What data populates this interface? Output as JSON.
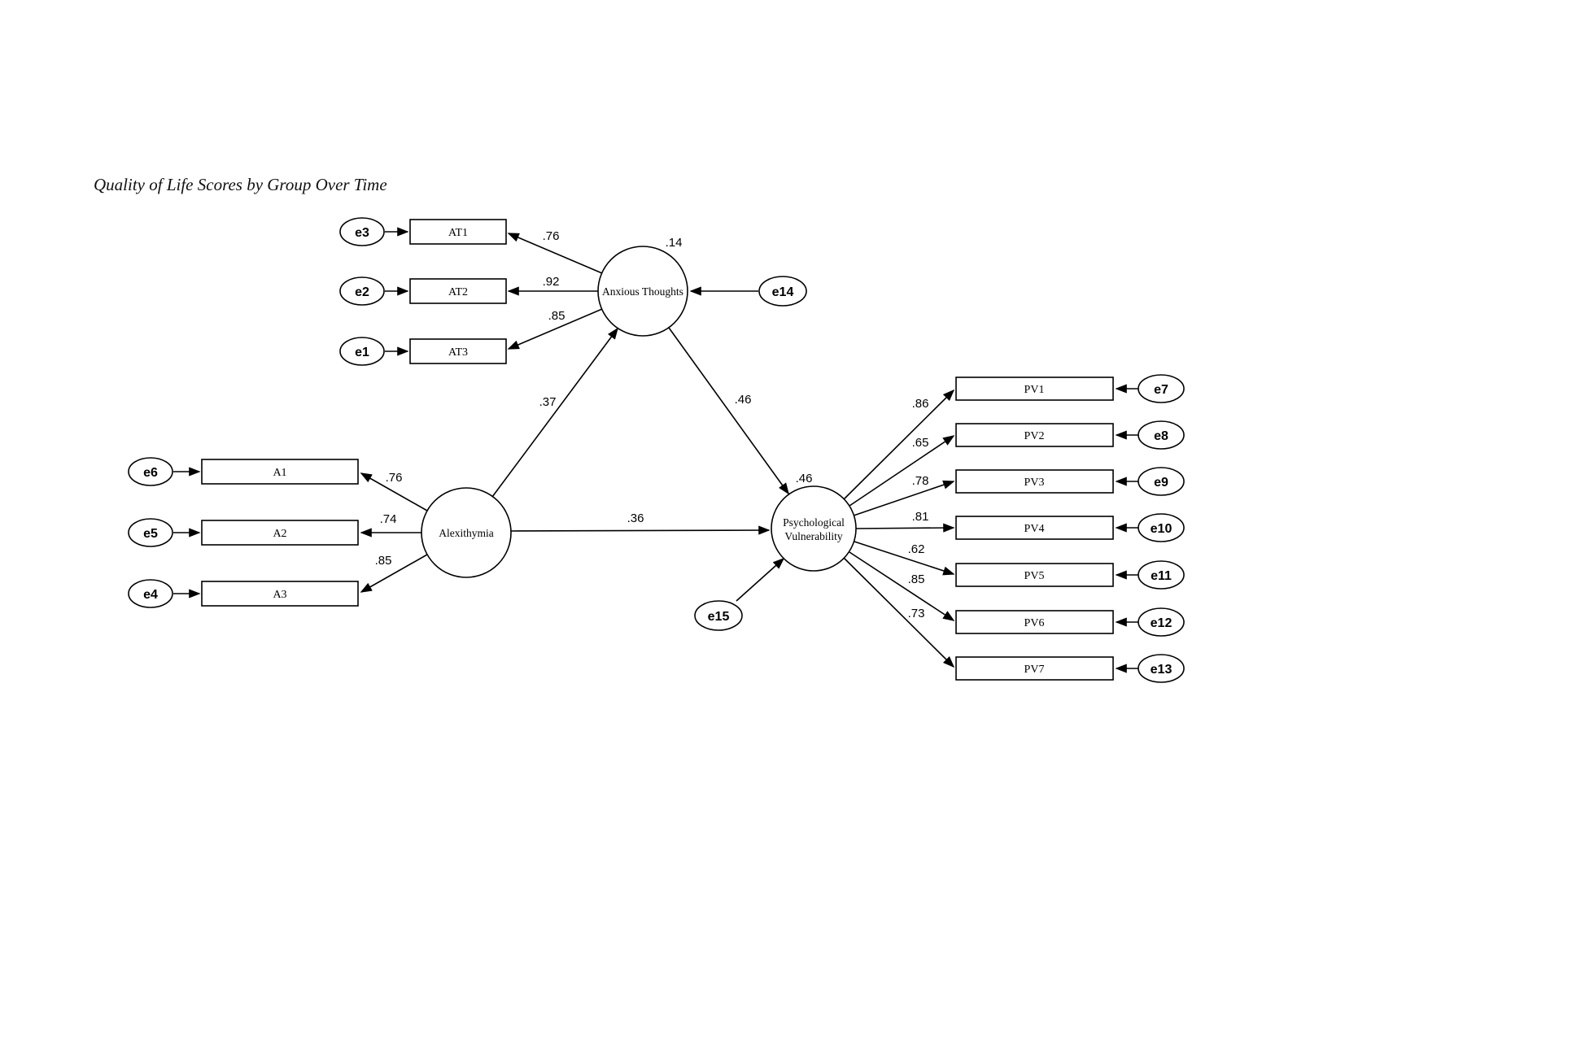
{
  "title": "Quality of Life Scores by Group Over Time",
  "model": {
    "latents": {
      "anxious_thoughts": {
        "label": "Anxious Thoughts",
        "variance": ".14",
        "error": "e14"
      },
      "alexithymia": {
        "label": "Alexithymia"
      },
      "psychological_vulnerability": {
        "label_line1": "Psychological",
        "label_line2": "Vulnerability",
        "variance": ".46",
        "error": "e15"
      }
    },
    "anxious_thoughts_indicators": [
      {
        "name": "AT1",
        "error": "e3",
        "loading": ".76"
      },
      {
        "name": "AT2",
        "error": "e2",
        "loading": ".92"
      },
      {
        "name": "AT3",
        "error": "e1",
        "loading": ".85"
      }
    ],
    "alexithymia_indicators": [
      {
        "name": "A1",
        "error": "e6",
        "loading": ".76"
      },
      {
        "name": "A2",
        "error": "e5",
        "loading": ".74"
      },
      {
        "name": "A3",
        "error": "e4",
        "loading": ".85"
      }
    ],
    "pv_indicators": [
      {
        "name": "PV1",
        "error": "e7",
        "loading": ".86"
      },
      {
        "name": "PV2",
        "error": "e8",
        "loading": ".65"
      },
      {
        "name": "PV3",
        "error": "e9",
        "loading": ".78"
      },
      {
        "name": "PV4",
        "error": "e10",
        "loading": ".81"
      },
      {
        "name": "PV5",
        "error": "e11",
        "loading": ".62"
      },
      {
        "name": "PV6",
        "error": "e12",
        "loading": ".85"
      },
      {
        "name": "PV7",
        "error": "e13",
        "loading": ".73"
      }
    ],
    "paths": [
      {
        "from": "Alexithymia",
        "to": "Anxious Thoughts",
        "coefficient": ".37"
      },
      {
        "from": "Anxious Thoughts",
        "to": "Psychological Vulnerability",
        "coefficient": ".46"
      },
      {
        "from": "Alexithymia",
        "to": "Psychological Vulnerability",
        "coefficient": ".36"
      }
    ]
  }
}
